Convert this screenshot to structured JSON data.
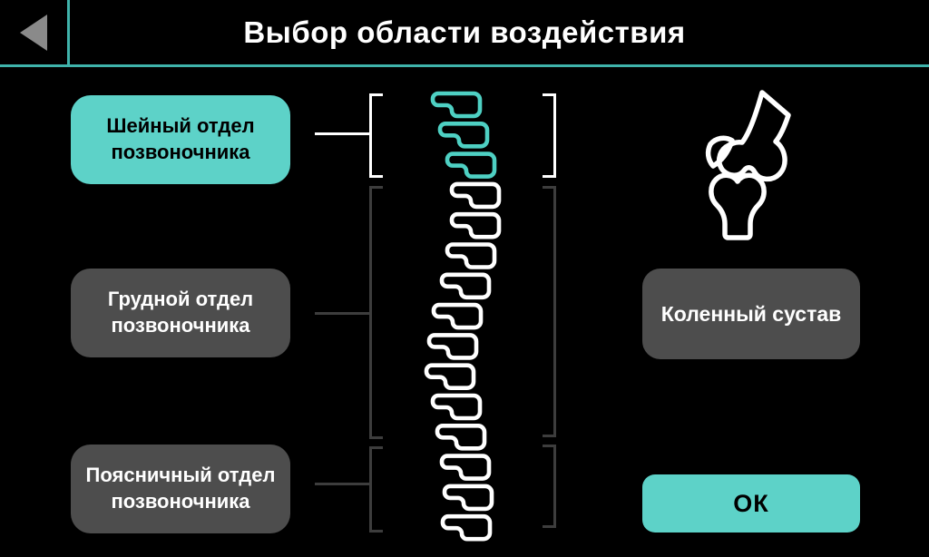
{
  "header": {
    "title": "Выбор области воздействия",
    "back_icon": "back-arrow-icon"
  },
  "colors": {
    "accent_teal": "#5dd2c8",
    "vertebra_selected": "#4ed0c3",
    "vertebra_unselected": "#ffffff",
    "button_gray": "#4d4d4d",
    "bracket_active": "#ffffff",
    "bracket_inactive": "#3d3d3d",
    "header_line_teal": "#3fb3ab",
    "back_arrow_gray": "#8a8a8a",
    "background": "#000000"
  },
  "spine_buttons": [
    {
      "id": "cervical",
      "label": "Шейный отдел\nпозвоночника",
      "selected": true
    },
    {
      "id": "thoracic",
      "label": "Грудной отдел\nпозвоночника",
      "selected": false
    },
    {
      "id": "lumbar",
      "label": "Поясничный отдел\nпозвоночника",
      "selected": false
    }
  ],
  "knee_button": {
    "label": "Коленный сустав",
    "selected": false
  },
  "ok_button": {
    "label": "ОК"
  },
  "spine_diagram": {
    "sections": [
      {
        "id": "cervical",
        "vertebrae": 3,
        "highlighted": true
      },
      {
        "id": "thoracic",
        "vertebrae": 9,
        "highlighted": false
      },
      {
        "id": "lumbar",
        "vertebrae": 3,
        "highlighted": false
      }
    ],
    "selected_section": "cervical"
  },
  "icons": {
    "right_panel": "knee-joint-icon"
  }
}
